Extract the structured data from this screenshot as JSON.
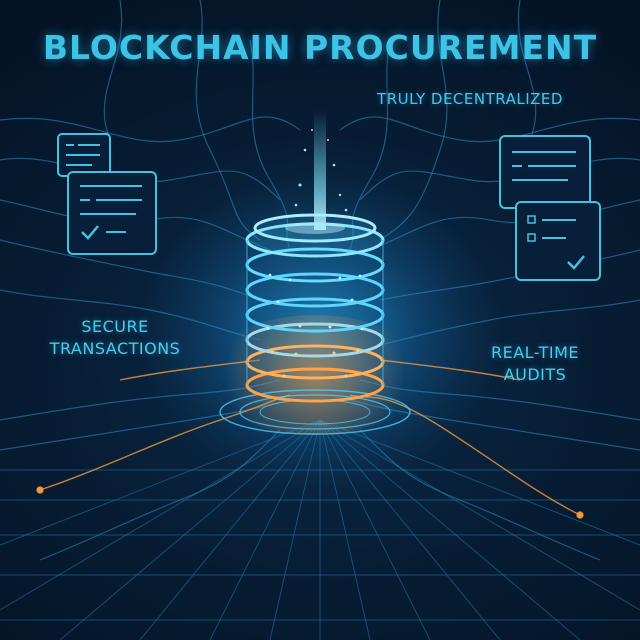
{
  "header": {
    "title": "BLOCKCHAIN PROCUREMENT",
    "subtitle": "TRULY DECENTRALIZED"
  },
  "features": {
    "left": {
      "line1": "SECURE",
      "line2": "TRANSACTIONS"
    },
    "right": {
      "line1": "REAL-TIME",
      "line2": "AUDITS"
    }
  },
  "icons": {
    "left_documents": [
      "document-icon",
      "document-check-icon"
    ],
    "right_documents": [
      "document-icon",
      "checklist-document-icon"
    ],
    "center": "database-stack-icon"
  },
  "colors": {
    "background": "#05162a",
    "accent_cyan": "#3cc3e6",
    "accent_orange": "#f39a3a"
  }
}
